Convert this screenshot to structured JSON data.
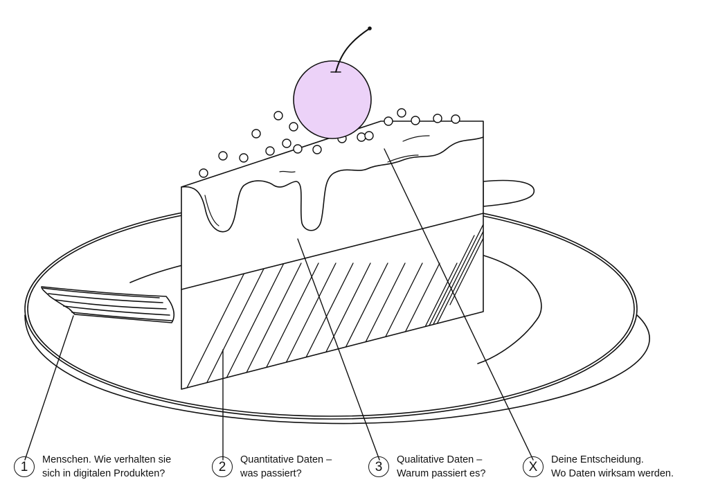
{
  "legend": [
    {
      "marker": "1",
      "line1": "Menschen. Wie verhalten sie",
      "line2": "sich in digitalen Produkten?"
    },
    {
      "marker": "2",
      "line1": "Quantitative Daten –",
      "line2": "was passiert?"
    },
    {
      "marker": "3",
      "line1": "Qualitative Daten –",
      "line2": "Warum passiert es?"
    },
    {
      "marker": "X",
      "line1": "Deine Entscheidung.",
      "line2": "Wo Daten wirksam werden."
    }
  ],
  "colors": {
    "ink": "#111111",
    "cherry": "#ecd2f8",
    "background": "#ffffff"
  },
  "icons": [
    "plate",
    "fork",
    "cake-slice",
    "cherry",
    "sprinkles",
    "leader-lines"
  ]
}
